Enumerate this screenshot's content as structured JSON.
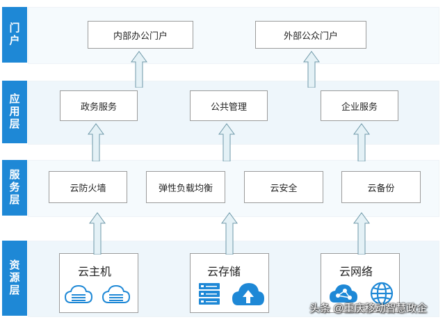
{
  "layers": {
    "portal": "门户",
    "application": "应用层",
    "service": "服务层",
    "resource": "资源层"
  },
  "portal": {
    "internal": "内部办公门户",
    "external": "外部公众门户"
  },
  "application": {
    "gov_service": "政务服务",
    "public_mgmt": "公共管理",
    "enterprise_service": "企业服务"
  },
  "service": {
    "firewall": "云防火墙",
    "load_balance": "弹性负载均衡",
    "security": "云安全",
    "backup": "云备份"
  },
  "resource": {
    "host": "云主机",
    "storage": "云存储",
    "network": "云网络"
  },
  "watermark": "头条 @重庆移动智慧政企",
  "colors": {
    "layer_label": "#1e88d6",
    "arrow_fill": "#e4f1f6",
    "arrow_stroke": "#6e98a8",
    "icon_blue": "#1e88d6"
  }
}
